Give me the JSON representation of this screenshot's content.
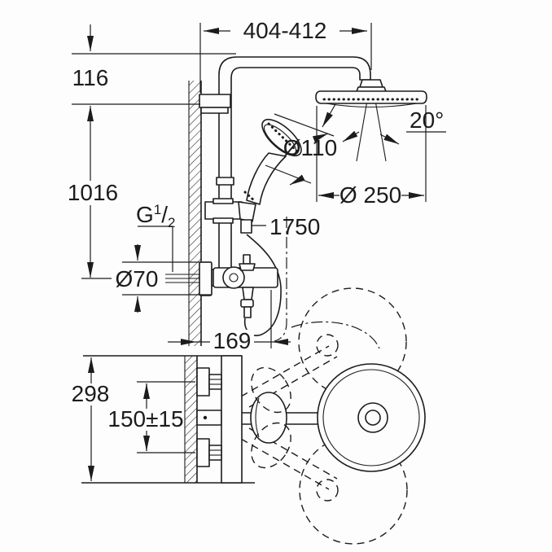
{
  "page": {
    "background": "#fdfdfd",
    "line_color": "#1c1c1c",
    "description": "Technical dimension drawing of a wall-mounted thermostatic shower system with head shower, hand shower and swivel arm (side view and plan view)"
  },
  "labels": {
    "span_range": "404-412",
    "top_offset": "116",
    "riser_height": "1016",
    "angle": "20°",
    "hand_shower_diameter": "Ø110",
    "head_shower_diameter": "Ø 250",
    "hose_length": "1750",
    "thread": {
      "base": "G",
      "numerator": "1",
      "slash": "/",
      "denominator": "2"
    },
    "escutcheon_diameter": "Ø70",
    "wall_clearance": "169",
    "trim_height": "298",
    "inlet_spacing": "150±15"
  }
}
